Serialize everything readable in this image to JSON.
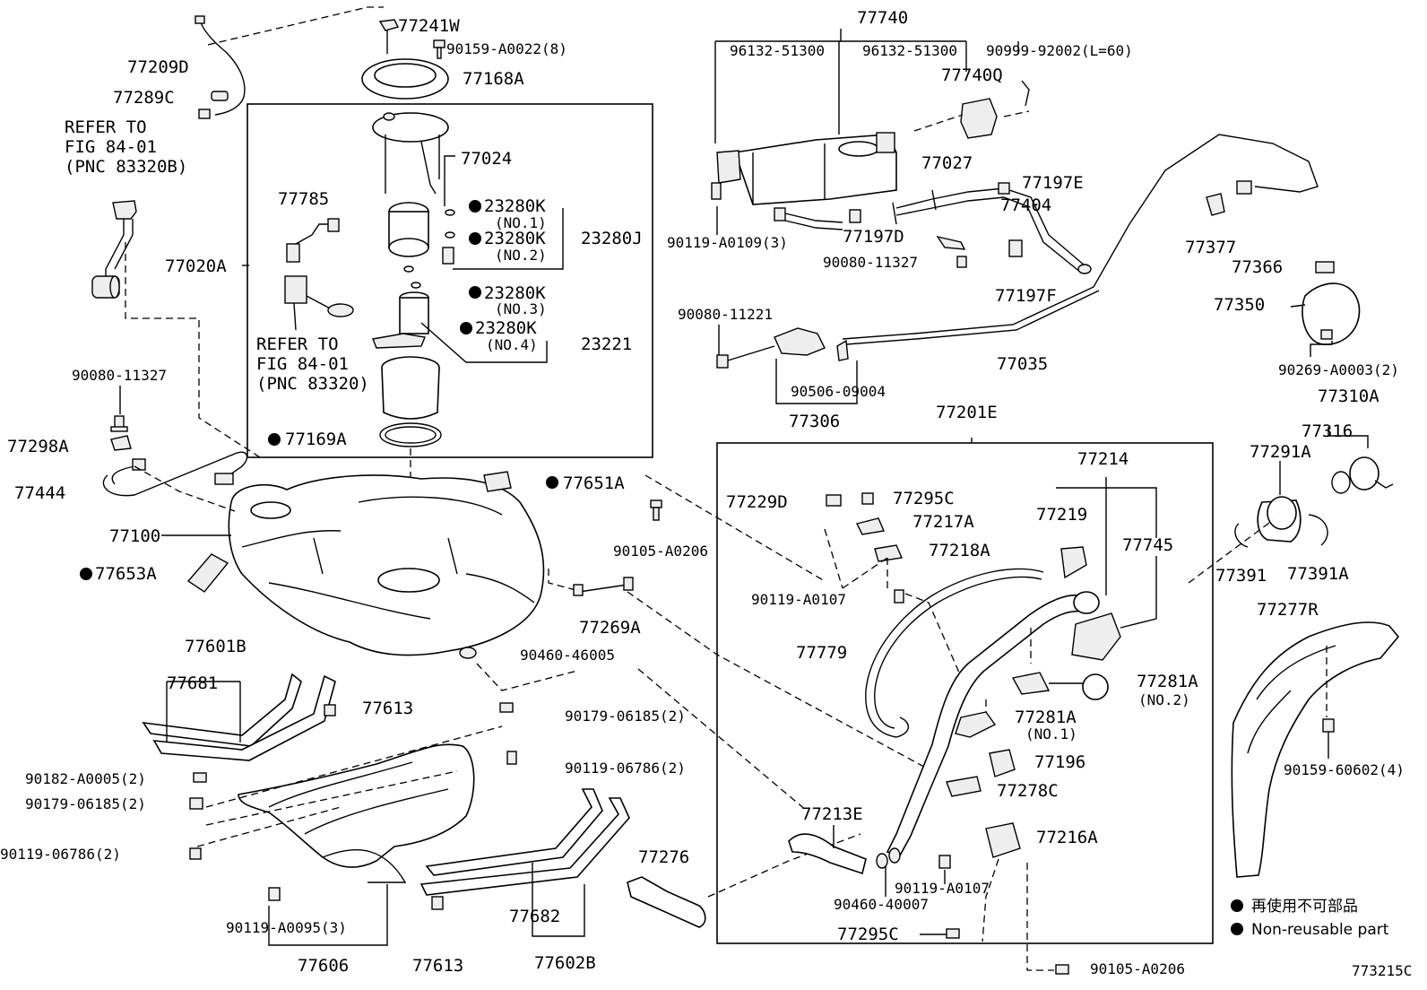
{
  "labels": {
    "p77241W": "77241W",
    "p90159_A0022": "90159-A0022(8)",
    "p77209D": "77209D",
    "p77168A": "77168A",
    "p77289C": "77289C",
    "refer1_a": "REFER TO",
    "refer1_b": "FIG 84-01",
    "refer1_c": "(PNC 83320B)",
    "p77024": "77024",
    "p77785": "77785",
    "p23280K_1": "23280K",
    "no1": "(NO.1)",
    "p23280K_2": "23280K",
    "no2": "(NO.2)",
    "p23280J": "23280J",
    "p77020A": "77020A",
    "p23280K_3": "23280K",
    "no3": "(NO.3)",
    "p23280K_4": "23280K",
    "no4": "(NO.4)",
    "p23221": "23221",
    "refer2_a": "REFER TO",
    "refer2_b": "FIG 84-01",
    "refer2_c": "(PNC 83320)",
    "p90080_11327a": "90080-11327",
    "p77298A": "77298A",
    "p77169A": "77169A",
    "p77444": "77444",
    "p77651A": "77651A",
    "p77100": "77100",
    "p77653A": "77653A",
    "p90105_A0206a": "90105-A0206",
    "p77269A": "77269A",
    "p90460_46005": "90460-46005",
    "p77601B": "77601B",
    "p77681": "77681",
    "p77613a": "77613",
    "p90179_06185a": "90179-06185(2)",
    "p90119_06786a": "90119-06786(2)",
    "p90182_A0005": "90182-A0005(2)",
    "p90179_06185b": "90179-06185(2)",
    "p90119_06786b": "90119-06786(2)",
    "p90119_A0095": "90119-A0095(3)",
    "p77606": "77606",
    "p77613b": "77613",
    "p77682": "77682",
    "p77602B": "77602B",
    "p77276": "77276",
    "p77740": "77740",
    "p96132_51300a": "96132-51300",
    "p96132_51300b": "96132-51300",
    "p90999_92002": "90999-92002(L=60)",
    "p77740Q": "77740Q",
    "p77027": "77027",
    "p77197E": "77197E",
    "p77404": "77404",
    "p90119_A0109": "90119-A0109(3)",
    "p77197D": "77197D",
    "p90080_11327b": "90080-11327",
    "p77197F": "77197F",
    "p77377": "77377",
    "p77366": "77366",
    "p77350": "77350",
    "p90269_A0003": "90269-A0003(2)",
    "p90080_11221": "90080-11221",
    "p77035": "77035",
    "p90506_09004": "90506-09004",
    "p77306": "77306",
    "p77201E": "77201E",
    "p77214": "77214",
    "p77229D": "77229D",
    "p77295Ca": "77295C",
    "p77217A": "77217A",
    "p77219": "77219",
    "p77745": "77745",
    "p77218A": "77218A",
    "p90119_A0107a": "90119-A0107",
    "p77779": "77779",
    "p77281A_2": "77281A",
    "no2b": "(NO.2)",
    "p77281A_1": "77281A",
    "no1b": "(NO.1)",
    "p77196": "77196",
    "p77278C": "77278C",
    "p77213E": "77213E",
    "p77216A": "77216A",
    "p90119_A0107b": "90119-A0107",
    "p90460_40007": "90460-40007",
    "p77295Cb": "77295C",
    "p90105_A0206b": "90105-A0206",
    "p77310A": "77310A",
    "p77316": "77316",
    "p77291A": "77291A",
    "p77391": "77391",
    "p77391A": "77391A",
    "p77277R": "77277R",
    "p90159_60602": "90159-60602(4)"
  },
  "legend": {
    "jp": "再使用不可部品",
    "en": "Non-reusable part"
  },
  "figure_code": "773215C"
}
